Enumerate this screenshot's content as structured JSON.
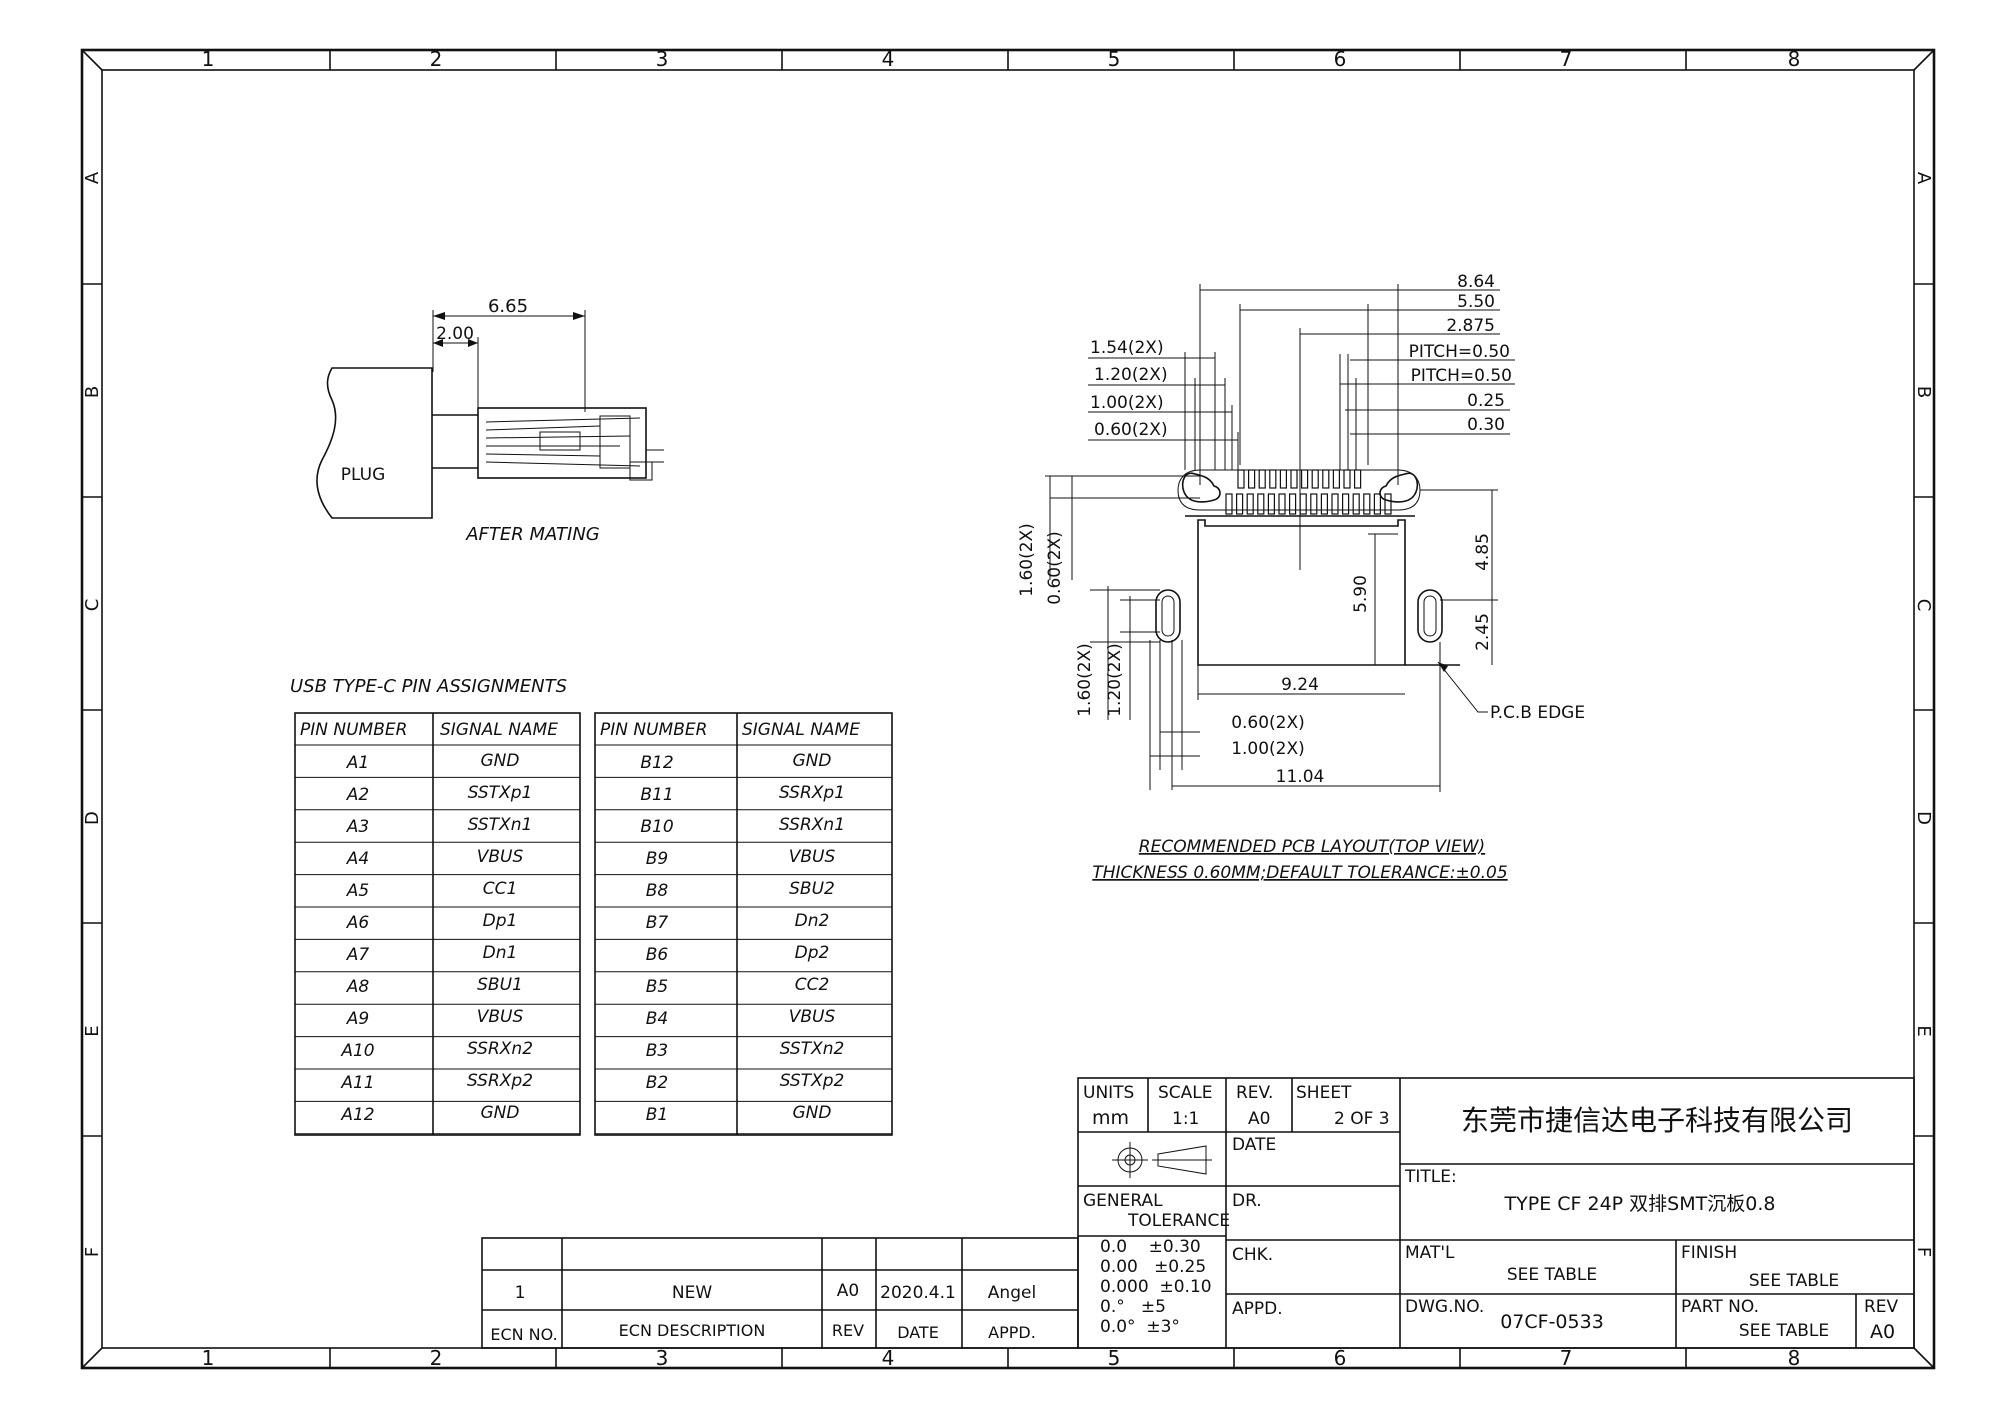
{
  "border": {
    "columns": [
      "1",
      "2",
      "3",
      "4",
      "5",
      "6",
      "7",
      "8"
    ],
    "rows": [
      "A",
      "B",
      "C",
      "D",
      "E",
      "F"
    ]
  },
  "mating": {
    "dims": [
      "6.65",
      "2.00"
    ],
    "plug_label": "PLUG",
    "caption": "AFTER MATING"
  },
  "pin_table": {
    "title": "USB TYPE-C PIN ASSIGNMENTS",
    "headers": [
      "PIN NUMBER",
      "SIGNAL NAME"
    ],
    "left": [
      [
        "A1",
        "GND"
      ],
      [
        "A2",
        "SSTXp1"
      ],
      [
        "A3",
        "SSTXn1"
      ],
      [
        "A4",
        "VBUS"
      ],
      [
        "A5",
        "CC1"
      ],
      [
        "A6",
        "Dp1"
      ],
      [
        "A7",
        "Dn1"
      ],
      [
        "A8",
        "SBU1"
      ],
      [
        "A9",
        "VBUS"
      ],
      [
        "A10",
        "SSRXn2"
      ],
      [
        "A11",
        "SSRXp2"
      ],
      [
        "A12",
        "GND"
      ]
    ],
    "right": [
      [
        "B12",
        "GND"
      ],
      [
        "B11",
        "SSRXp1"
      ],
      [
        "B10",
        "SSRXn1"
      ],
      [
        "B9",
        "VBUS"
      ],
      [
        "B8",
        "SBU2"
      ],
      [
        "B7",
        "Dn2"
      ],
      [
        "B6",
        "Dp2"
      ],
      [
        "B5",
        "CC2"
      ],
      [
        "B4",
        "VBUS"
      ],
      [
        "B3",
        "SSTXn2"
      ],
      [
        "B2",
        "SSTXp2"
      ],
      [
        "B1",
        "GND"
      ]
    ]
  },
  "pcb": {
    "top_dims": [
      "8.64",
      "5.50",
      "2.875",
      "PITCH=0.50",
      "PITCH=0.50",
      "0.25",
      "0.30"
    ],
    "left_dims": [
      "1.54(2X)",
      "1.20(2X)",
      "1.00(2X)",
      "0.60(2X)"
    ],
    "vertical_dims": [
      "1.60(2X)",
      "0.60(2X)",
      "1.60(2X)",
      "1.20(2X)",
      "5.90",
      "4.85",
      "2.45"
    ],
    "bottom_dims": [
      "9.24",
      "0.60(2X)",
      "1.00(2X)",
      "11.04"
    ],
    "pcb_edge": "P.C.B EDGE",
    "caption_1": "RECOMMENDED PCB LAYOUT(TOP VIEW)",
    "caption_2": "THICKNESS 0.60MM;DEFAULT TOLERANCE:±0.05"
  },
  "title_block": {
    "units_label": "UNITS",
    "units_value": "mm",
    "scale_label": "SCALE",
    "scale_value": "1:1",
    "rev_label": "REV.",
    "rev_value": "A0",
    "sheet_label": "SHEET",
    "sheet_value": "2 OF 3",
    "date_label": "DATE",
    "dr_label": "DR.",
    "chk_label": "CHK.",
    "appd_label": "APPD.",
    "gen_tol_1": "GENERAL",
    "gen_tol_2": "TOLERANCE",
    "tolerances": [
      "0.0    ±0.30",
      "0.00   ±0.25",
      "0.000  ±0.10",
      "0.°   ±5",
      "0.0°  ±3°"
    ],
    "company": "东莞市捷信达电子科技有限公司",
    "title_label": "TITLE:",
    "title_value": "TYPE CF 24P 双排SMT沉板0.8",
    "matl_label": "MAT'L",
    "matl_value": "SEE TABLE",
    "finish_label": "FINISH",
    "finish_value": "SEE TABLE",
    "dwg_label": "DWG.NO.",
    "dwg_value": "07CF-0533",
    "part_label": "PART NO.",
    "part_value": "SEE TABLE",
    "rev2_label": "REV",
    "rev2_value": "A0"
  },
  "ecn": {
    "row": {
      "no": "1",
      "desc": "NEW",
      "rev": "A0",
      "date": "2020.4.1",
      "appd": "Angel"
    },
    "headers": {
      "no": "ECN NO.",
      "desc": "ECN   DESCRIPTION",
      "rev": "REV",
      "date": "DATE",
      "appd": "APPD."
    }
  }
}
